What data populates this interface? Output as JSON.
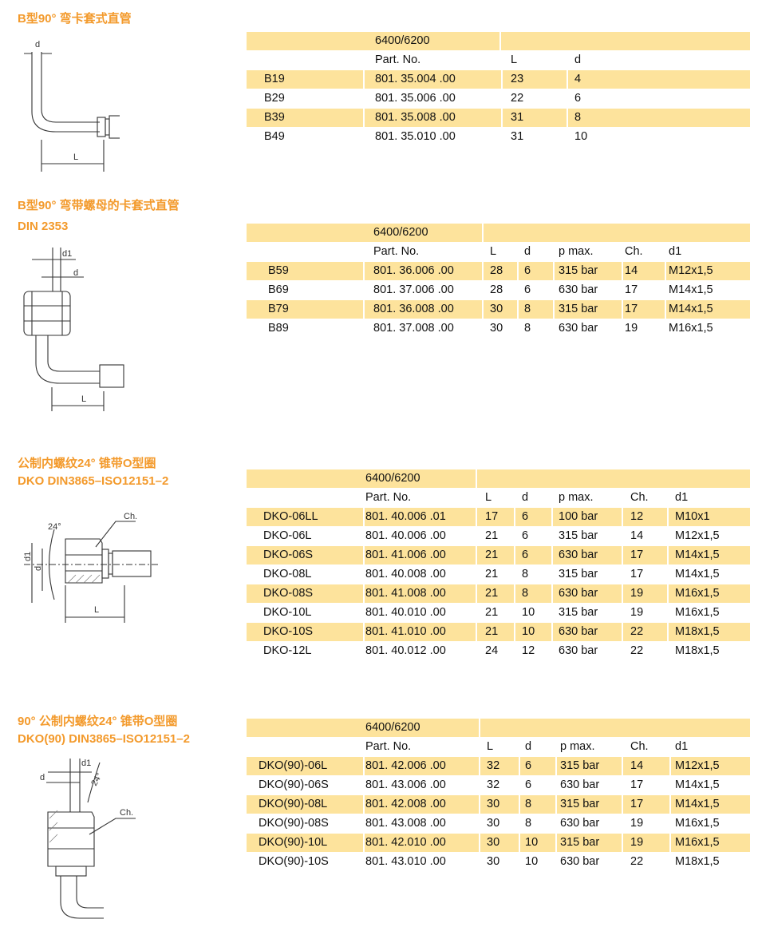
{
  "sections": [
    {
      "title_lines": [
        "B型90° 弯卡套式直管"
      ],
      "drawing_labels": [
        "d",
        "L"
      ],
      "table": {
        "series": "6400/6200",
        "headers": [
          "",
          "Part. No.",
          "L",
          "d"
        ],
        "rows": [
          [
            "B19",
            "801. 35.004  .00",
            "23",
            "4"
          ],
          [
            "B29",
            "801. 35.006  .00",
            "22",
            "6"
          ],
          [
            "B39",
            "801. 35.008  .00",
            "31",
            "8"
          ],
          [
            "B49",
            "801. 35.010  .00",
            "31",
            "10"
          ]
        ]
      }
    },
    {
      "title_lines": [
        "B型90° 弯带螺母的卡套式直管",
        "DIN 2353"
      ],
      "drawing_labels": [
        "d1",
        "d",
        "L"
      ],
      "table": {
        "series": "6400/6200",
        "headers": [
          "",
          "Part. No.",
          "L",
          "d",
          "p max.",
          "Ch.",
          "d1"
        ],
        "rows": [
          [
            "B59",
            "801. 36.006  .00",
            "28",
            "6",
            "315 bar",
            "14",
            "M12x1,5"
          ],
          [
            "B69",
            "801. 37.006  .00",
            "28",
            "6",
            "630 bar",
            "17",
            "M14x1,5"
          ],
          [
            "B79",
            "801. 36.008  .00",
            "30",
            "8",
            "315 bar",
            "17",
            "M14x1,5"
          ],
          [
            "B89",
            "801. 37.008  .00",
            "30",
            "8",
            "630 bar",
            "19",
            "M16x1,5"
          ]
        ]
      }
    },
    {
      "title_lines": [
        "公制内螺纹24° 锥带O型圈",
        "DKO DIN3865–ISO12151–2"
      ],
      "drawing_labels": [
        "24°",
        "Ch.",
        "d1",
        "d",
        "L"
      ],
      "table": {
        "series": "6400/6200",
        "headers": [
          "",
          "Part. No.",
          "L",
          "d",
          "p max.",
          "Ch.",
          "d1"
        ],
        "rows": [
          [
            "DKO-06LL",
            "801. 40.006  .01",
            "17",
            "6",
            "100 bar",
            "12",
            "M10x1"
          ],
          [
            "DKO-06L",
            "801. 40.006  .00",
            "21",
            "6",
            "315 bar",
            "14",
            "M12x1,5"
          ],
          [
            "DKO-06S",
            "801. 41.006  .00",
            "21",
            "6",
            "630 bar",
            "17",
            "M14x1,5"
          ],
          [
            "DKO-08L",
            "801. 40.008  .00",
            "21",
            "8",
            "315 bar",
            "17",
            "M14x1,5"
          ],
          [
            "DKO-08S",
            "801. 41.008  .00",
            "21",
            "8",
            "630 bar",
            "19",
            "M16x1,5"
          ],
          [
            "DKO-10L",
            "801. 40.010  .00",
            "21",
            "10",
            "315 bar",
            "19",
            "M16x1,5"
          ],
          [
            "DKO-10S",
            "801. 41.010  .00",
            "21",
            "10",
            "630 bar",
            "22",
            "M18x1,5"
          ],
          [
            "DKO-12L",
            "801. 40.012  .00",
            "24",
            "12",
            "630 bar",
            "22",
            "M18x1,5"
          ]
        ]
      }
    },
    {
      "title_lines": [
        "90° 公制内螺纹24° 锥带O型圈",
        "DKO(90) DIN3865–ISO12151–2"
      ],
      "drawing_labels": [
        "d1",
        "d",
        "24°",
        "Ch."
      ],
      "table": {
        "series": "6400/6200",
        "headers": [
          "",
          "Part. No.",
          "L",
          "d",
          "p max.",
          "Ch.",
          "d1"
        ],
        "rows": [
          [
            "DKO(90)-06L",
            "801. 42.006  .00",
            "32",
            "6",
            "315 bar",
            "14",
            "M12x1,5"
          ],
          [
            "DKO(90)-06S",
            "801. 43.006  .00",
            "32",
            "6",
            "630 bar",
            "17",
            "M14x1,5"
          ],
          [
            "DKO(90)-08L",
            "801. 42.008  .00",
            "30",
            "8",
            "315 bar",
            "17",
            "M14x1,5"
          ],
          [
            "DKO(90)-08S",
            "801. 43.008  .00",
            "30",
            "8",
            "630 bar",
            "19",
            "M16x1,5"
          ],
          [
            "DKO(90)-10L",
            "801. 42.010  .00",
            "30",
            "10",
            "315 bar",
            "19",
            "M16x1,5"
          ],
          [
            "DKO(90)-10S",
            "801. 43.010  .00",
            "30",
            "10",
            "630 bar",
            "22",
            "M18x1,5"
          ]
        ]
      }
    }
  ],
  "colors": {
    "title": "#f39a2c",
    "band": "#fde39c"
  }
}
